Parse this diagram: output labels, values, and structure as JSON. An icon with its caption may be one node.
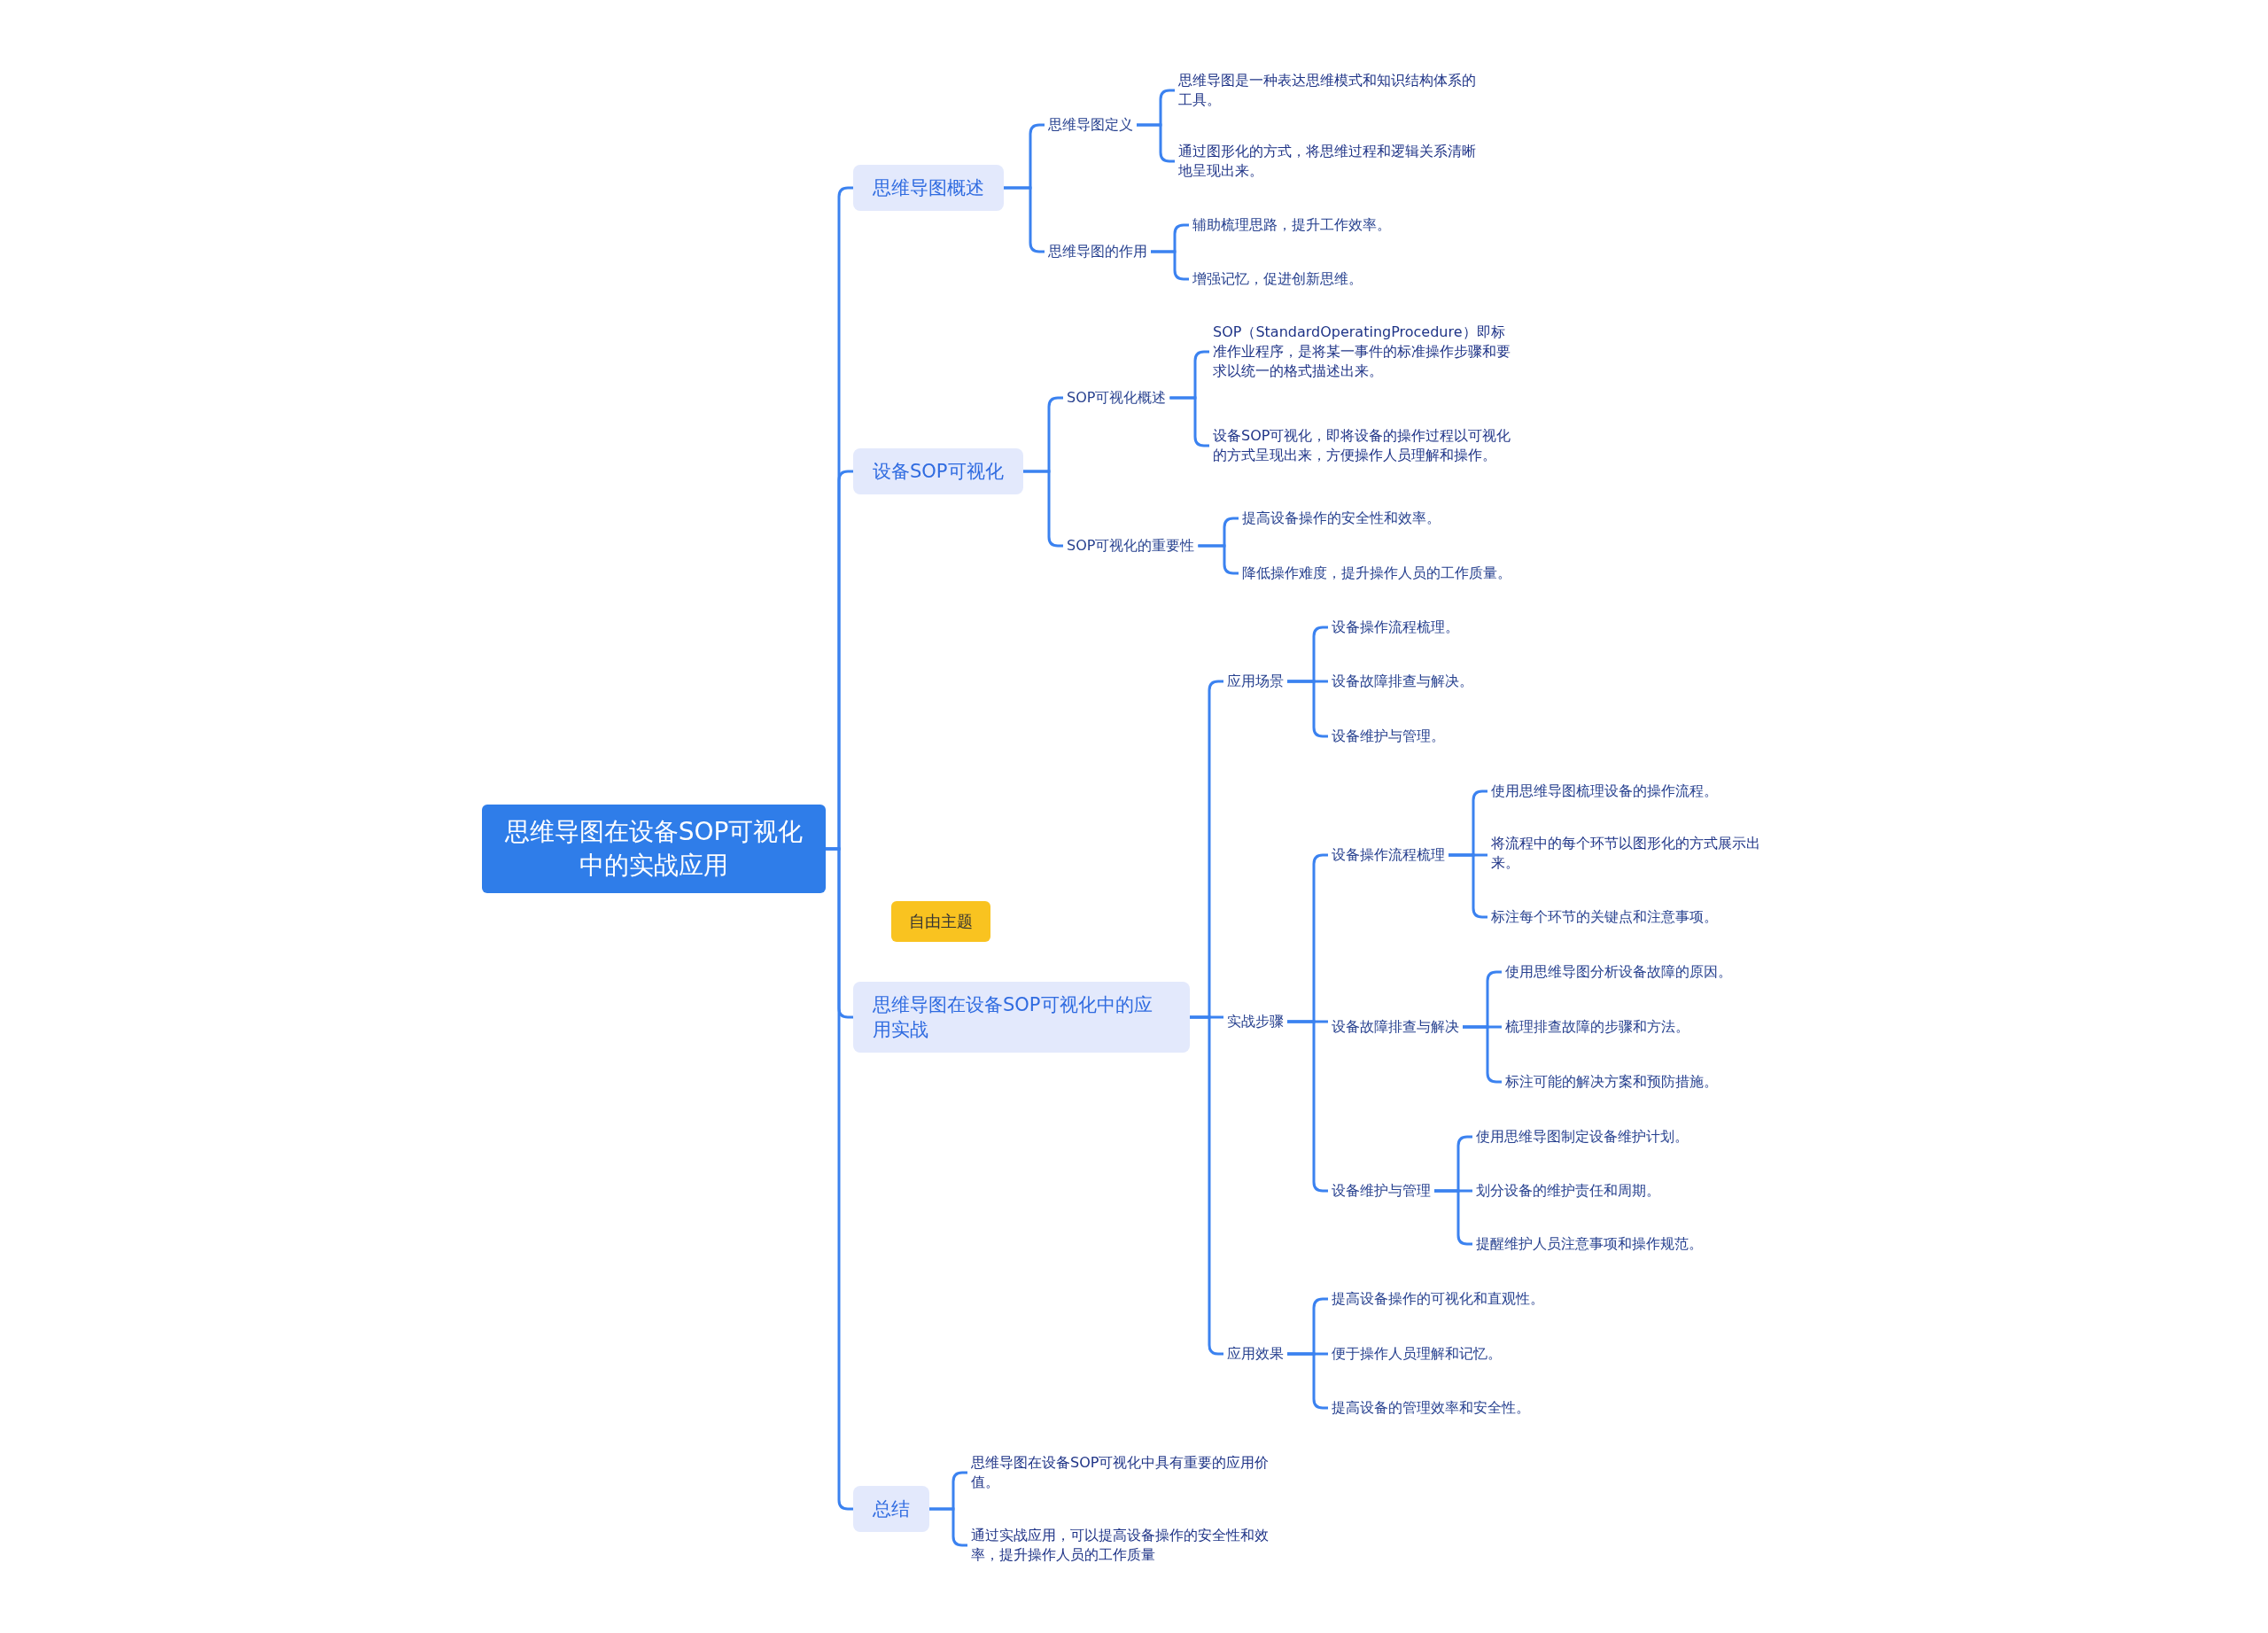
{
  "diagram": {
    "nodes": [
      {
        "text": [
          "思维导图在设备SOP可视化中的实战应用"
        ]
      },
      {
        "text": [
          "思维导图概述"
        ]
      },
      {
        "text": [
          "思维导图定义"
        ]
      },
      {
        "text": [
          "思维导图是一种表达思维模式和知识结构体系的工具。"
        ]
      },
      {
        "text": [
          "通过图形化的方式，将思维过程和逻辑关系清晰地呈现出来。"
        ]
      },
      {
        "text": [
          "思维导图的作用"
        ]
      },
      {
        "text": [
          "辅助梳理思路，提升工作效率。"
        ]
      },
      {
        "text": [
          "增强记忆，促进创新思维。"
        ]
      },
      {
        "text": [
          "设备SOP可视化"
        ]
      },
      {
        "text": [
          "SOP可视化概述"
        ]
      },
      {
        "text": [
          "SOP（StandardOperatingProcedure）即标准作业程序，是将某一事件的标准操作步骤和要求以统一的格式描述出来。"
        ]
      },
      {
        "text": [
          "设备SOP可视化，即将设备的操作过程以可视化的方式呈现出来，方便操作人员理解和操作。"
        ]
      },
      {
        "text": [
          "SOP可视化的重要性"
        ]
      },
      {
        "text": [
          "提高设备操作的安全性和效率。"
        ]
      },
      {
        "text": [
          "降低操作难度，提升操作人员的工作质量。"
        ]
      },
      {
        "text": [
          "自由主题"
        ]
      },
      {
        "text": [
          "思维导图在设备SOP可视化中的应用实战"
        ]
      },
      {
        "text": [
          "应用场景"
        ]
      },
      {
        "text": [
          "设备操作流程梳理。"
        ]
      },
      {
        "text": [
          "设备故障排查与解决。"
        ]
      },
      {
        "text": [
          "设备维护与管理。"
        ]
      },
      {
        "text": [
          "实战步骤"
        ]
      },
      {
        "text": [
          "设备操作流程梳理"
        ]
      },
      {
        "text": [
          "使用思维导图梳理设备的操作流程。"
        ]
      },
      {
        "text": [
          "将流程中的每个环节以图形化的方式展示出来。"
        ]
      },
      {
        "text": [
          "标注每个环节的关键点和注意事项。"
        ]
      },
      {
        "text": [
          "设备故障排查与解决"
        ]
      },
      {
        "text": [
          "使用思维导图分析设备故障的原因。"
        ]
      },
      {
        "text": [
          "梳理排查故障的步骤和方法。"
        ]
      },
      {
        "text": [
          "标注可能的解决方案和预防措施。"
        ]
      },
      {
        "text": [
          "设备维护与管理"
        ]
      },
      {
        "text": [
          "使用思维导图制定设备维护计划。"
        ]
      },
      {
        "text": [
          "划分设备的维护责任和周期。"
        ]
      },
      {
        "text": [
          "提醒维护人员注意事项和操作规范。"
        ]
      },
      {
        "text": [
          "应用效果"
        ]
      },
      {
        "text": [
          "提高设备操作的可视化和直观性。"
        ]
      },
      {
        "text": [
          "便于操作人员理解和记忆。"
        ]
      },
      {
        "text": [
          "提高设备的管理效率和安全性。"
        ]
      },
      {
        "text": [
          "总结"
        ]
      },
      {
        "text": [
          "思维导图在设备SOP可视化中具有重要的应用价值。"
        ]
      },
      {
        "text": [
          "通过实战应用，可以提高设备操作的安全性和效率，提升操作人员的工作质量"
        ]
      }
    ],
    "edges": [
      {
        "from": 0,
        "to": 1,
        "arrow": "none"
      },
      {
        "from": 1,
        "to": 2,
        "arrow": "none"
      },
      {
        "from": 2,
        "to": 3,
        "arrow": "none"
      },
      {
        "from": 2,
        "to": 4,
        "arrow": "none"
      },
      {
        "from": 1,
        "to": 5,
        "arrow": "none"
      },
      {
        "from": 5,
        "to": 6,
        "arrow": "none"
      },
      {
        "from": 5,
        "to": 7,
        "arrow": "none"
      },
      {
        "from": 0,
        "to": 8,
        "arrow": "none"
      },
      {
        "from": 8,
        "to": 9,
        "arrow": "none"
      },
      {
        "from": 9,
        "to": 10,
        "arrow": "none"
      },
      {
        "from": 9,
        "to": 11,
        "arrow": "none"
      },
      {
        "from": 8,
        "to": 12,
        "arrow": "none"
      },
      {
        "from": 12,
        "to": 13,
        "arrow": "none"
      },
      {
        "from": 12,
        "to": 14,
        "arrow": "none"
      },
      {
        "from": 0,
        "to": 16,
        "arrow": "none"
      },
      {
        "from": 16,
        "to": 17,
        "arrow": "none"
      },
      {
        "from": 17,
        "to": 18,
        "arrow": "none"
      },
      {
        "from": 17,
        "to": 19,
        "arrow": "none"
      },
      {
        "from": 17,
        "to": 20,
        "arrow": "none"
      },
      {
        "from": 16,
        "to": 21,
        "arrow": "none"
      },
      {
        "from": 21,
        "to": 22,
        "arrow": "none"
      },
      {
        "from": 22,
        "to": 23,
        "arrow": "none"
      },
      {
        "from": 22,
        "to": 24,
        "arrow": "none"
      },
      {
        "from": 22,
        "to": 25,
        "arrow": "none"
      },
      {
        "from": 21,
        "to": 26,
        "arrow": "none"
      },
      {
        "from": 26,
        "to": 27,
        "arrow": "none"
      },
      {
        "from": 26,
        "to": 28,
        "arrow": "none"
      },
      {
        "from": 26,
        "to": 29,
        "arrow": "none"
      },
      {
        "from": 21,
        "to": 30,
        "arrow": "none"
      },
      {
        "from": 30,
        "to": 31,
        "arrow": "none"
      },
      {
        "from": 30,
        "to": 32,
        "arrow": "none"
      },
      {
        "from": 30,
        "to": 33,
        "arrow": "none"
      },
      {
        "from": 16,
        "to": 34,
        "arrow": "none"
      },
      {
        "from": 34,
        "to": 35,
        "arrow": "none"
      },
      {
        "from": 34,
        "to": 36,
        "arrow": "none"
      },
      {
        "from": 34,
        "to": 37,
        "arrow": "none"
      },
      {
        "from": 0,
        "to": 38,
        "arrow": "none"
      },
      {
        "from": 38,
        "to": 39,
        "arrow": "none"
      },
      {
        "from": 38,
        "to": 40,
        "arrow": "none"
      }
    ]
  }
}
